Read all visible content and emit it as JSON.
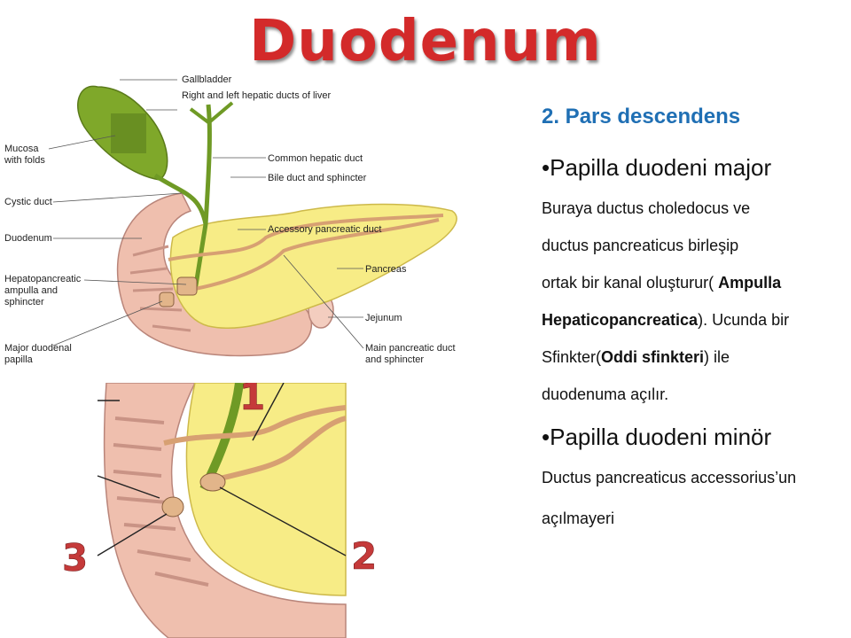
{
  "title": "Duodenum",
  "section": "2. Pars descendens",
  "bullet1": "•Papilla duodeni major",
  "p1": {
    "l1": "Buraya ductus choledocus ve",
    "l2": "ductus pancreaticus birleşip",
    "l3a": "ortak bir kanal oluşturur( ",
    "l3b": "Ampulla",
    "l4a": "Hepaticopancreatica",
    "l4b": "). Ucunda bir",
    "l5a": "Sfinkter(",
    "l5b": "Oddi sfinkteri",
    "l5c": ") ile",
    "l6": "duodenuma açılır."
  },
  "bullet2": "•Papilla duodeni minör",
  "p2": {
    "l1": "Ductus pancreaticus accessorius’un",
    "l2": "açılmayeri"
  },
  "figure1": {
    "labels": {
      "gallbladder": "Gallbladder",
      "hepatic": "Right and left hepatic ducts of liver",
      "mucosa1": "Mucosa",
      "mucosa2": "with folds",
      "common": "Common hepatic duct",
      "bile": "Bile duct and sphincter",
      "cystic": "Cystic duct",
      "accessory": "Accessory pancreatic duct",
      "duodenum": "Duodenum",
      "hepato1": "Hepatopancreatic",
      "hepato2": "ampulla and",
      "hepato3": "sphincter",
      "pancreas": "Pancreas",
      "jejunum": "Jejunum",
      "major1": "Major duodenal",
      "major2": "papilla",
      "main1": "Main pancreatic duct",
      "main2": "and sphincter"
    }
  },
  "figure2": {
    "n1": "1",
    "n2": "2",
    "n3": "3"
  },
  "colors": {
    "title": "#d32a2a",
    "heading": "#1f6fb4",
    "pancreas": "#f7ec86",
    "duodenum": "#efbfae",
    "gallbladder": "#7fa82a",
    "duct": "#d7a072"
  }
}
